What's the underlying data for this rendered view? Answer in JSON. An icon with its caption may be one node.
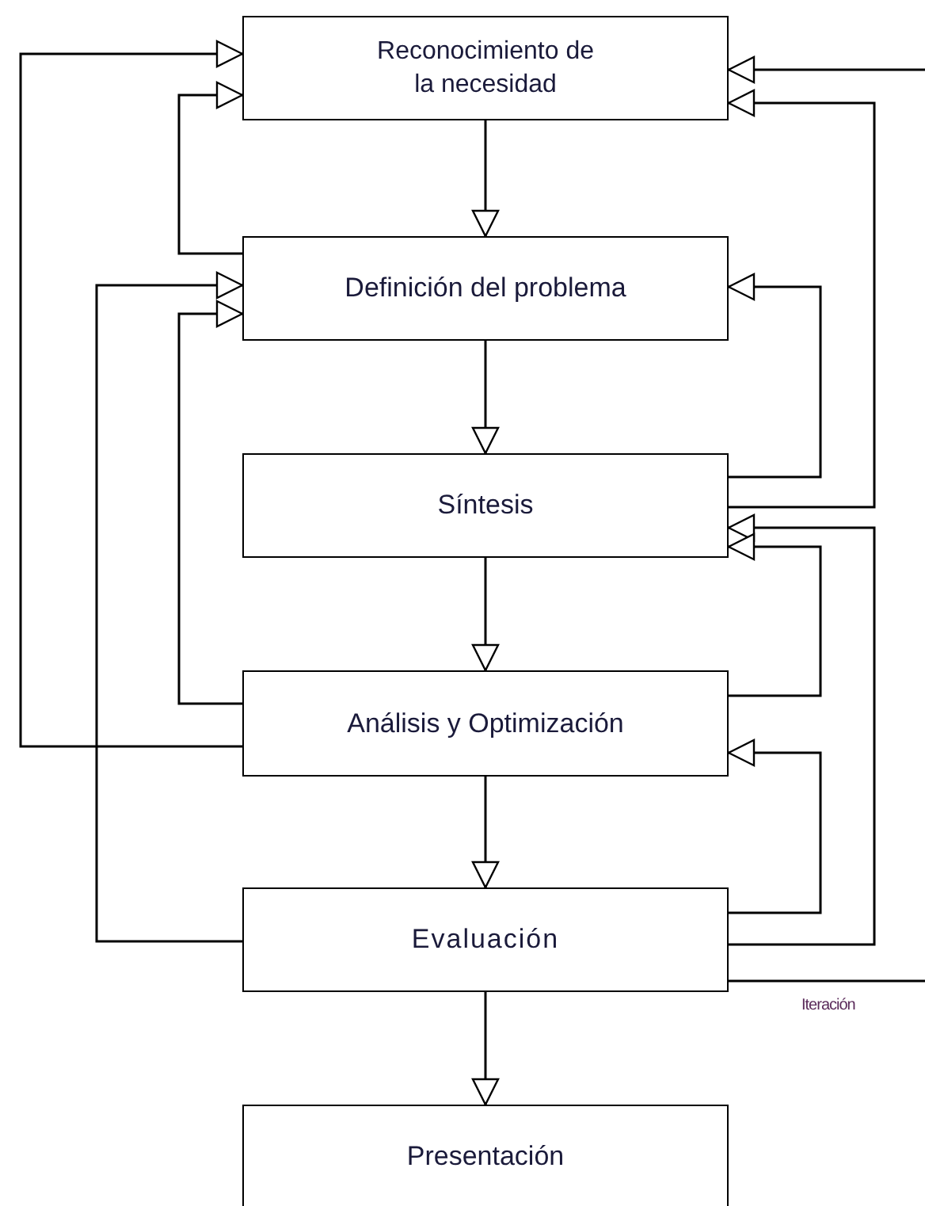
{
  "diagram": {
    "nodes": [
      {
        "text": [
          "Reconocimiento de la necesidad"
        ]
      },
      {
        "text": [
          "Definición del problema"
        ]
      },
      {
        "text": [
          "Síntesis"
        ]
      },
      {
        "text": [
          "Análisis y Optimización"
        ]
      },
      {
        "text": [
          "Evaluación"
        ]
      },
      {
        "text": [
          "Presentación"
        ]
      }
    ],
    "edges": [
      {
        "from": 0,
        "to": 1,
        "arrow": "to"
      },
      {
        "from": 1,
        "to": 2,
        "arrow": "to"
      },
      {
        "from": 2,
        "to": 3,
        "arrow": "to"
      },
      {
        "from": 3,
        "to": 4,
        "arrow": "to"
      },
      {
        "from": 4,
        "to": 5,
        "arrow": "to"
      },
      {
        "from": 3,
        "to": 0,
        "arrow": "to"
      },
      {
        "from": 1,
        "to": 0,
        "arrow": "to"
      },
      {
        "from": 4,
        "to": 1,
        "arrow": "to"
      },
      {
        "from": 3,
        "to": 1,
        "arrow": "to"
      },
      {
        "from": null,
        "to": 0,
        "arrow": "to"
      },
      {
        "from": 2,
        "to": 0,
        "arrow": "to"
      },
      {
        "from": 2,
        "to": 1,
        "arrow": "to"
      },
      {
        "from": 4,
        "to": 2,
        "arrow": "to"
      },
      {
        "from": 3,
        "to": 2,
        "arrow": "to"
      },
      {
        "from": 4,
        "to": 3,
        "arrow": "to"
      },
      {
        "from": 4,
        "to": null,
        "arrow": "none",
        "label": "Iteración"
      }
    ]
  }
}
